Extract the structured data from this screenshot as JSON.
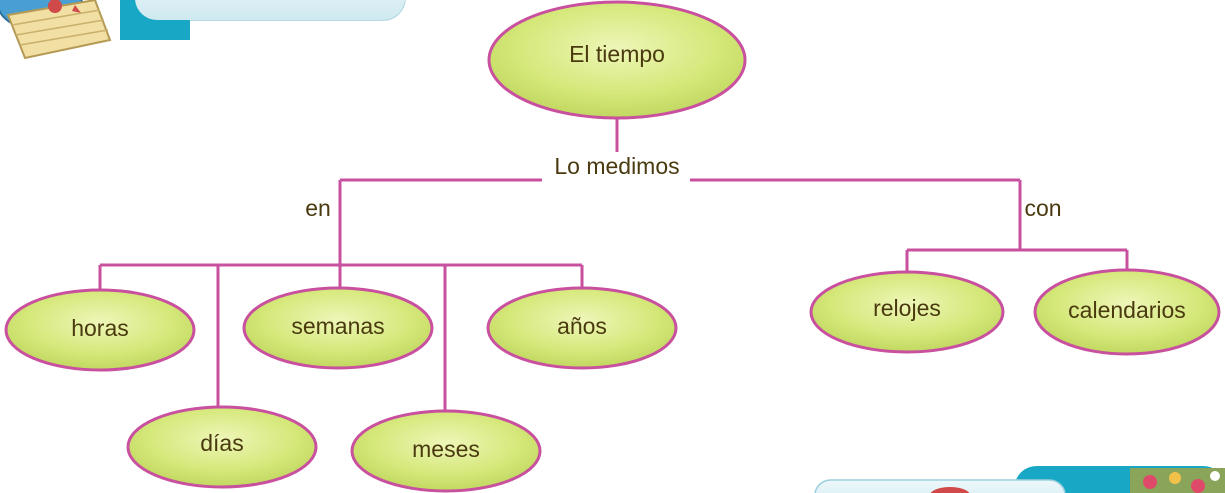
{
  "diagram": {
    "root": "El tiempo",
    "linker": "Lo medimos",
    "branch_en": {
      "label": "en",
      "items": [
        "horas",
        "días",
        "semanas",
        "meses",
        "años"
      ]
    },
    "branch_con": {
      "label": "con",
      "items": [
        "relojes",
        "calendarios"
      ]
    }
  },
  "colors": {
    "node_fill": "#d5e87a",
    "node_stroke": "#c9509e",
    "line": "#c9509e",
    "text": "#4a3a0f",
    "header_tab": "#d9eef3",
    "header_tab_accent": "#18a7c4"
  },
  "decorations": {
    "top_left": "notepad-icon",
    "bottom_right": "flowers-photo"
  }
}
